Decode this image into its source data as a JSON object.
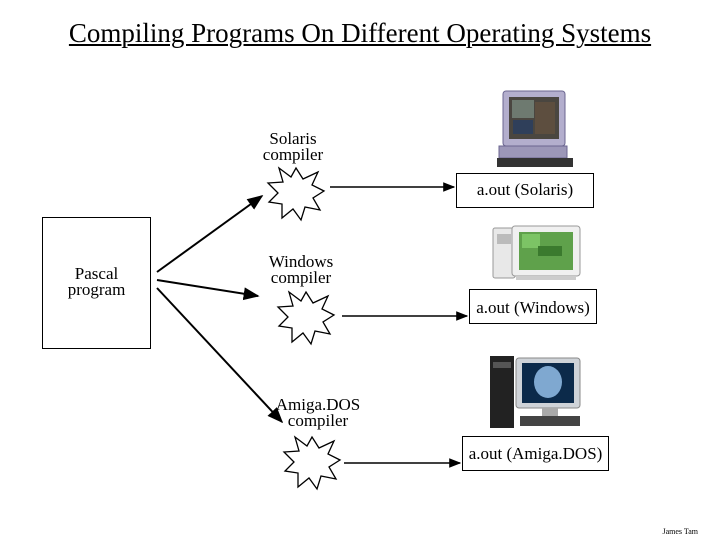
{
  "title": "Compiling Programs On Different Operating Systems",
  "source": {
    "label_line1": "Pascal",
    "label_line2": "program"
  },
  "compilers": [
    {
      "line1": "Solaris",
      "line2": "compiler"
    },
    {
      "line1": "Windows",
      "line2": "compiler"
    },
    {
      "line1": "Amiga.DOS",
      "line2": "compiler"
    }
  ],
  "outputs": [
    {
      "label": "a.out (Solaris)"
    },
    {
      "label": "a.out (Windows)"
    },
    {
      "label": "a.out (Amiga.DOS)"
    }
  ],
  "computers": [
    {
      "icon": "solaris-workstation-icon"
    },
    {
      "icon": "windows-pc-icon"
    },
    {
      "icon": "amiga-workstation-icon"
    }
  ],
  "credit": "James Tam"
}
